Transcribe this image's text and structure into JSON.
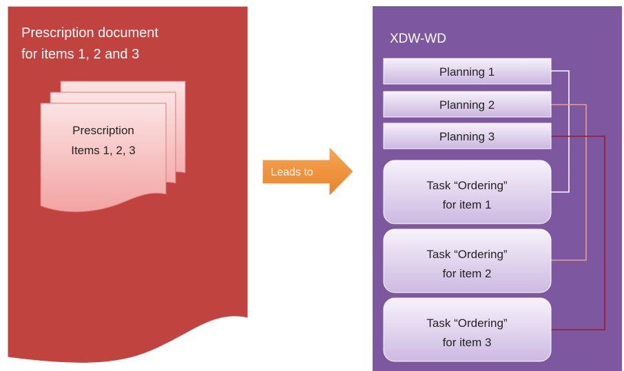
{
  "prescription_panel": {
    "title_line1": "Prescription document",
    "title_line2": "for items 1, 2 and 3",
    "stack_label_line1": "Prescription",
    "stack_label_line2": "Items 1, 2, 3",
    "color": "#c0433f"
  },
  "arrow": {
    "label": "Leads to",
    "color": "#f0923b"
  },
  "workflow_panel": {
    "title": "XDW-WD",
    "color": "#7d58a0",
    "plannings": [
      "Planning 1",
      "Planning 2",
      "Planning 3"
    ],
    "tasks": [
      {
        "line1": "Task “Ordering”",
        "line2": "for item 1"
      },
      {
        "line1": "Task “Ordering”",
        "line2": "for item 2"
      },
      {
        "line1": "Task “Ordering”",
        "line2": "for item 3"
      }
    ],
    "connector_colors": [
      "#ffffff",
      "#e8a090",
      "#a01820"
    ]
  }
}
